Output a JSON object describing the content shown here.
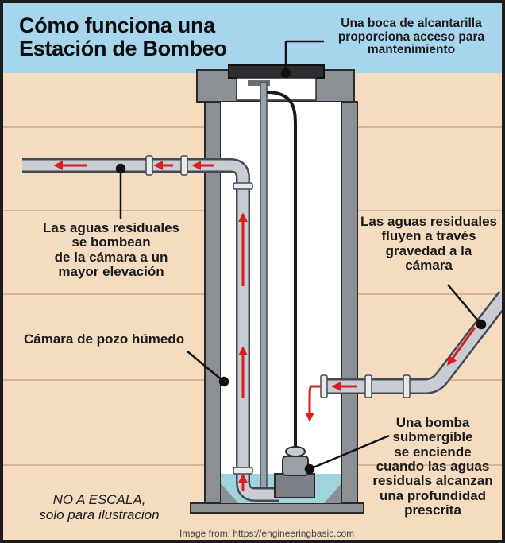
{
  "title": {
    "line1": "Cómo funciona una",
    "line2": "Estación de Bombeo"
  },
  "labels": {
    "manhole": {
      "line1": "Una boca de alcantarilla",
      "line2": "proporciona acceso para",
      "line3": "mantenimiento"
    },
    "pumped": {
      "line1": "Las aguas residuales",
      "line2": "se bombean",
      "line3": "de la cámara a un",
      "line4": "mayor elevación"
    },
    "gravity": {
      "line1": "Las aguas residuales",
      "line2": "fluyen a través",
      "line3": "gravedad a la",
      "line4": "cámara"
    },
    "wet_well": "Cámara de pozo húmedo",
    "pump": {
      "line1": "Una bomba",
      "line2": "submergible",
      "line3": "se enciende",
      "line4": "cuando las aguas",
      "line5": "residuals alcanzan",
      "line6": "una profundidad",
      "line7": "prescrita"
    }
  },
  "note": {
    "line1": "NO A ESCALA,",
    "line2": "solo para ilustracion"
  },
  "credit": "Image from: https://engineeringbasic.com",
  "colors": {
    "sky": "#a8d5ee",
    "soil": "#f5dcc1",
    "soil_line": "#c9a987",
    "concrete": "#8c8f94",
    "concrete_dark": "#4a4a4e",
    "chamber_interior": "#ffffff",
    "pipe": "#c9cdd3",
    "pipe_outline": "#444a52",
    "flow_arrow": "#d81e1e",
    "water": "#9fd4dd",
    "frame": "#1c1c1c"
  }
}
